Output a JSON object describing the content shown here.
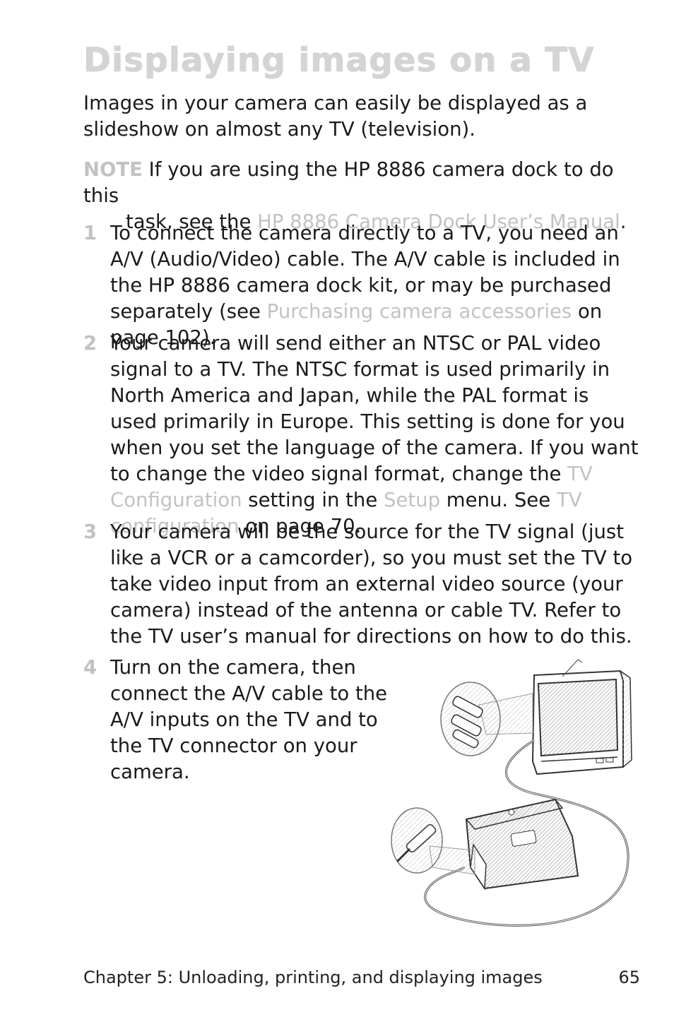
{
  "title": "Displaying images on a TV",
  "intro": "Images in your camera can easily be displayed as a slideshow on almost any TV (television).",
  "note": {
    "label": "NOTE",
    "text_before": " If you are using the HP 8886 camera dock to do this",
    "text_line2": "task, see the ",
    "link": "HP 8886 Camera Dock User’s Manual",
    "text_after": "."
  },
  "steps": [
    {
      "number": "1",
      "text_before": "To connect the camera directly to a TV, you need an A/V (Audio/Video) cable. The A/V cable is included in the HP  8886 camera dock kit, or may be purchased separately (see ",
      "link": "Purchasing camera accessories",
      "text_after": " on page 102)."
    },
    {
      "number": "2",
      "text_before": "Your camera will send either an NTSC or PAL video signal to a TV. The NTSC format is used primarily in North America and Japan, while the PAL format is used primarily in Europe. This setting is done for you when you set the language of the camera. If you want to change the video signal format, change the ",
      "link1": "TV Configuration",
      "text_mid1": " setting in the ",
      "link2": "Setup",
      "text_mid2": " menu. See ",
      "link3": "TV configuration",
      "text_after": " on page 70."
    },
    {
      "number": "3",
      "text": "Your camera will be the source for the TV signal (just like a VCR or a camcorder), so you must set the TV to take video input from an external video source (your camera) instead of the antenna or cable TV. Refer to the TV user’s manual for directions on how to do this."
    },
    {
      "number": "4",
      "text": "Turn on the camera, then connect the A/V cable to the A/V inputs on the TV and to the TV connector on your camera."
    }
  ],
  "footer": {
    "chapter": "Chapter 5: Unloading, printing, and displaying images",
    "page": "65"
  }
}
